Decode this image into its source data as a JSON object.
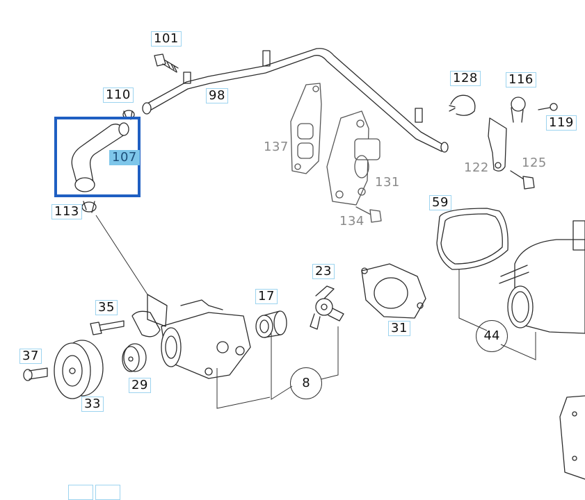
{
  "colors": {
    "selection": "#1f5fc2",
    "highlight": "#7ec6ea",
    "label_border": "#9cd3ef",
    "line": "#2b2b2b"
  },
  "labels": {
    "p101": "101",
    "p98": "98",
    "p110": "110",
    "p107": "107",
    "p113": "113",
    "p137": "137",
    "p131": "131",
    "p134": "134",
    "p128": "128",
    "p116": "116",
    "p119": "119",
    "p122": "122",
    "p125": "125",
    "p59": "59",
    "p35": "35",
    "p17": "17",
    "p23": "23",
    "p31": "31",
    "p44": "44",
    "p37": "37",
    "p29": "29",
    "p33": "33",
    "p8": "8"
  },
  "selected_part": "107"
}
